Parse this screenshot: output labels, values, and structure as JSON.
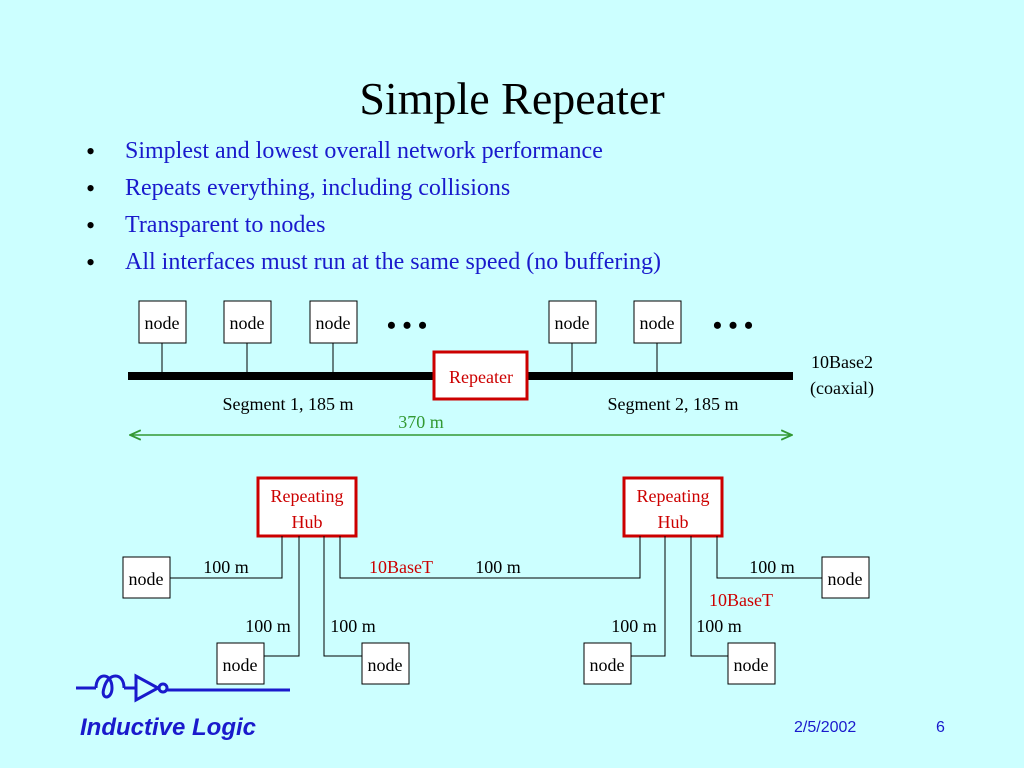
{
  "title": "Simple Repeater",
  "bullets": [
    "Simplest and lowest overall network performance",
    "Repeats everything, including collisions",
    "Transparent to nodes",
    "All interfaces must run at the same speed (no buffering)"
  ],
  "diagram": {
    "node_label": "node",
    "ellipsis": "• • •",
    "repeater_label": "Repeater",
    "cable_label_line1": "10Base2",
    "cable_label_line2": "(coaxial)",
    "segment1_label": "Segment 1, 185 m",
    "segment2_label": "Segment 2, 185 m",
    "span_label": "370 m",
    "hub_line1": "Repeating",
    "hub_line2": "Hub",
    "link_length": "100 m",
    "tech_label": "10BaseT"
  },
  "colors": {
    "background": "#ccffff",
    "bullet_text": "#1a1acc",
    "red_accent": "#cc0000",
    "green_span": "#339933"
  },
  "footer": {
    "brand": "Inductive Logic",
    "date": "2/5/2002",
    "page": "6",
    "logo_icon": "inductor-buffer-logo-icon"
  }
}
